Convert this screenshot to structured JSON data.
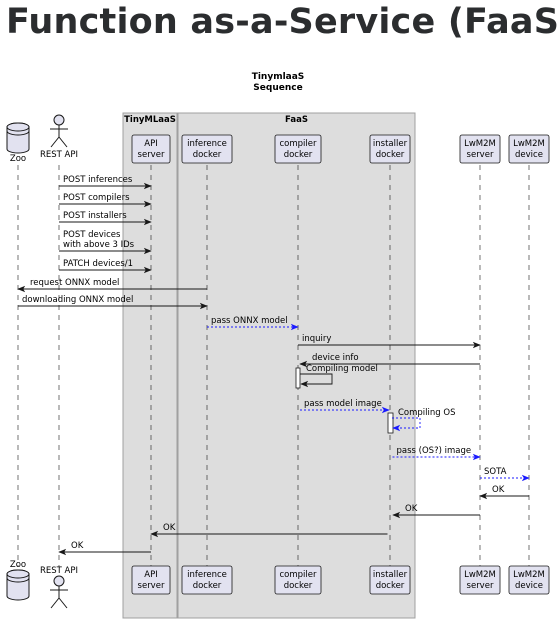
{
  "heading": "Function as-a-Service (FaaS)",
  "diagram": {
    "title_line1": "TinymlaaS",
    "title_line2": "Sequence",
    "boxes": [
      {
        "label": "TinyMLaaS"
      },
      {
        "label": "FaaS"
      }
    ],
    "participants": [
      {
        "id": "zoo",
        "label": "Zoo",
        "shape": "database"
      },
      {
        "id": "rest",
        "label": "REST API",
        "shape": "actor"
      },
      {
        "id": "api",
        "lines": [
          "API",
          "server"
        ]
      },
      {
        "id": "inference",
        "lines": [
          "inference",
          "docker"
        ]
      },
      {
        "id": "compiler",
        "lines": [
          "compiler",
          "docker"
        ]
      },
      {
        "id": "installer",
        "lines": [
          "installer",
          "docker"
        ]
      },
      {
        "id": "lwm2ms",
        "lines": [
          "LwM2M",
          "server"
        ]
      },
      {
        "id": "lwm2md",
        "lines": [
          "LwM2M",
          "device"
        ]
      }
    ],
    "messages": [
      {
        "from": "rest",
        "to": "api",
        "lines": [
          "POST inferences"
        ],
        "style": "solid"
      },
      {
        "from": "rest",
        "to": "api",
        "lines": [
          "POST compilers"
        ],
        "style": "solid"
      },
      {
        "from": "rest",
        "to": "api",
        "lines": [
          "POST installers"
        ],
        "style": "solid"
      },
      {
        "from": "rest",
        "to": "api",
        "lines": [
          "POST devices",
          "with above 3 IDs"
        ],
        "style": "solid"
      },
      {
        "from": "rest",
        "to": "api",
        "lines": [
          "PATCH devices/1"
        ],
        "style": "solid"
      },
      {
        "from": "inference",
        "to": "zoo",
        "lines": [
          "request ONNX model"
        ],
        "style": "solid"
      },
      {
        "from": "zoo",
        "to": "inference",
        "lines": [
          "downloading ONNX model"
        ],
        "style": "solid"
      },
      {
        "from": "inference",
        "to": "compiler",
        "lines": [
          "pass ONNX model"
        ],
        "style": "dashed"
      },
      {
        "from": "compiler",
        "to": "lwm2ms",
        "lines": [
          "inquiry"
        ],
        "style": "solid"
      },
      {
        "from": "lwm2ms",
        "to": "compiler",
        "lines": [
          "device info"
        ],
        "style": "solid"
      },
      {
        "from": "compiler",
        "to": "compiler",
        "lines": [
          "Compiling model"
        ],
        "style": "self"
      },
      {
        "from": "compiler",
        "to": "installer",
        "lines": [
          "pass model image"
        ],
        "style": "dashed"
      },
      {
        "from": "installer",
        "to": "installer",
        "lines": [
          "Compiling OS"
        ],
        "style": "selfdashed"
      },
      {
        "from": "installer",
        "to": "lwm2ms",
        "lines": [
          "pass (OS?) image"
        ],
        "style": "dashed"
      },
      {
        "from": "lwm2ms",
        "to": "lwm2md",
        "lines": [
          "SOTA"
        ],
        "style": "dashed"
      },
      {
        "from": "lwm2md",
        "to": "lwm2ms",
        "lines": [
          "OK"
        ],
        "style": "solid"
      },
      {
        "from": "lwm2ms",
        "to": "installer",
        "lines": [
          "OK"
        ],
        "style": "solid"
      },
      {
        "from": "installer",
        "to": "api",
        "lines": [
          "OK"
        ],
        "style": "solid"
      },
      {
        "from": "api",
        "to": "rest",
        "lines": [
          "OK"
        ],
        "style": "solid"
      }
    ],
    "colors": {
      "box_fill": "#dddddd",
      "box_stroke": "#a0a0a0",
      "participant_fill": "#e2e2f0",
      "participant_stroke": "#181818",
      "message_solid": "#181818",
      "message_dashed": "#1a1aff",
      "activation_fill": "#ffffff"
    }
  }
}
